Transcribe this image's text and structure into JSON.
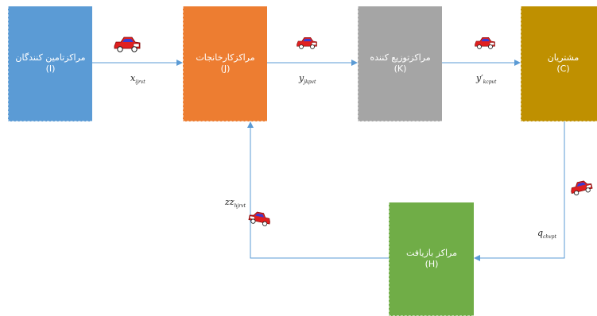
{
  "nodes": {
    "suppliers": {
      "label": "مراکزتامین کنندگان",
      "code": "(I)",
      "color": "#5b9bd5"
    },
    "manufacturing": {
      "label": "مراکزکارخانجات",
      "code": "(J)",
      "color": "#ed7d31"
    },
    "distribution": {
      "label": "مراکزتوزیع کننده",
      "code": "(K)",
      "color": "#a5a5a5"
    },
    "customers": {
      "label": "مشتریان",
      "code": "(C)",
      "color": "#bf9000"
    },
    "recovery": {
      "label": "مراکز بازیافت",
      "code": "(H)",
      "color": "#70ad47"
    }
  },
  "flows": {
    "x": {
      "base": "x",
      "sub": "ijrvt"
    },
    "y": {
      "base": "y",
      "sub": "jkpvt"
    },
    "yprime": {
      "base": "y′",
      "sub": "kcpvt"
    },
    "q": {
      "base": "q",
      "sub": "chvpt"
    },
    "zz": {
      "base": "zz",
      "sub": "hjrvt"
    }
  },
  "icons": [
    "car-icon"
  ],
  "colors": {
    "edge": "#5b9bd5",
    "car_body": "#e02020",
    "car_window": "#3b3bd0"
  }
}
